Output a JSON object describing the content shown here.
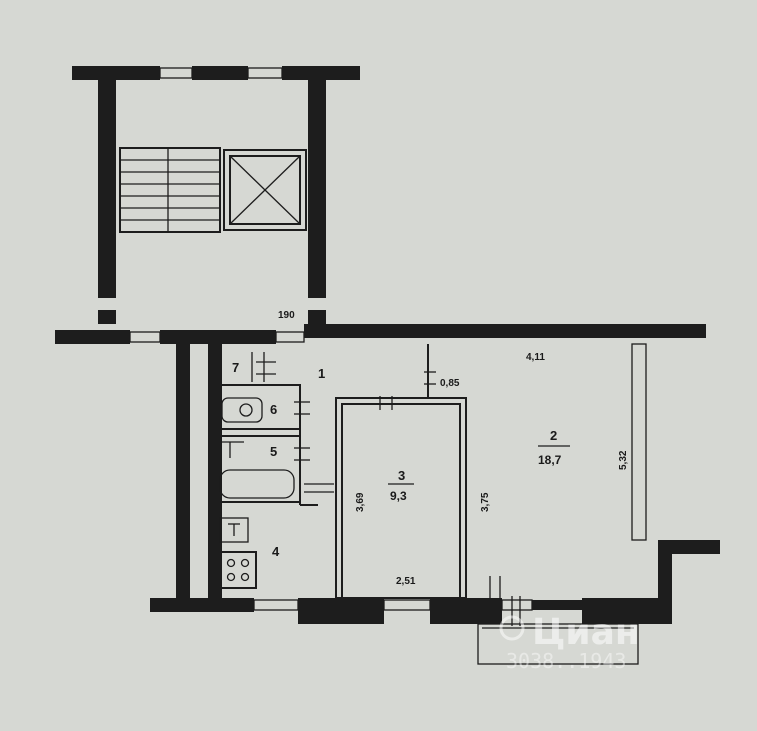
{
  "plan": {
    "stair_dim": "190",
    "rooms": {
      "hall": "1",
      "living": "2",
      "bedroom": "3",
      "kitchen": "4",
      "bathroom": "5",
      "wc": "6",
      "closet": "7"
    },
    "areas": {
      "living": "18,7",
      "bedroom": "9,3"
    },
    "dims": {
      "living_width": "4,11",
      "living_depth": "5,32",
      "hall_depth": "0,85",
      "bedroom_left": "3,69",
      "bedroom_right": "3,75",
      "bedroom_width": "2,51"
    }
  },
  "watermark": {
    "brand": "Циан",
    "code": "3038..1943"
  }
}
